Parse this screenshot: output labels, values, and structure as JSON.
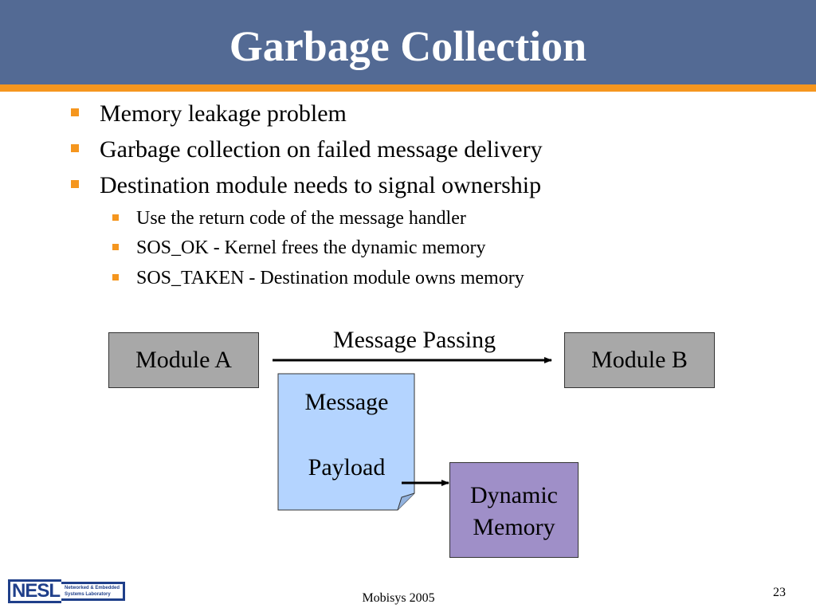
{
  "slide": {
    "title": "Garbage Collection",
    "bullets": [
      {
        "text": "Memory leakage problem",
        "level": 1
      },
      {
        "text": "Garbage collection on failed message delivery",
        "level": 1
      },
      {
        "text": "Destination module needs to signal ownership",
        "level": 1
      },
      {
        "text": "Use the return code of the message handler",
        "level": 2
      },
      {
        "text": "SOS_OK - Kernel frees the dynamic memory",
        "level": 2
      },
      {
        "text": "SOS_TAKEN - Destination module owns memory",
        "level": 2
      }
    ]
  },
  "diagram": {
    "module_a": "Module A",
    "module_b": "Module B",
    "arrow_label": "Message Passing",
    "message_payload": {
      "line1": "Message",
      "line2": "Payload"
    },
    "dynamic_memory": {
      "line1": "Dynamic",
      "line2": "Memory"
    },
    "colors": {
      "module_fill": "#a8a8a8",
      "payload_fill": "#b4d4ff",
      "memory_fill": "#9f8fc8"
    }
  },
  "footer": {
    "logo_text": "NESL",
    "logo_subtitle_line1": "Networked & Embedded",
    "logo_subtitle_line2": "Systems Laboratory",
    "center_text": "Mobisys 2005",
    "page_number": "23"
  },
  "theme": {
    "title_bar_color": "#536a94",
    "accent_color": "#f5961e"
  }
}
